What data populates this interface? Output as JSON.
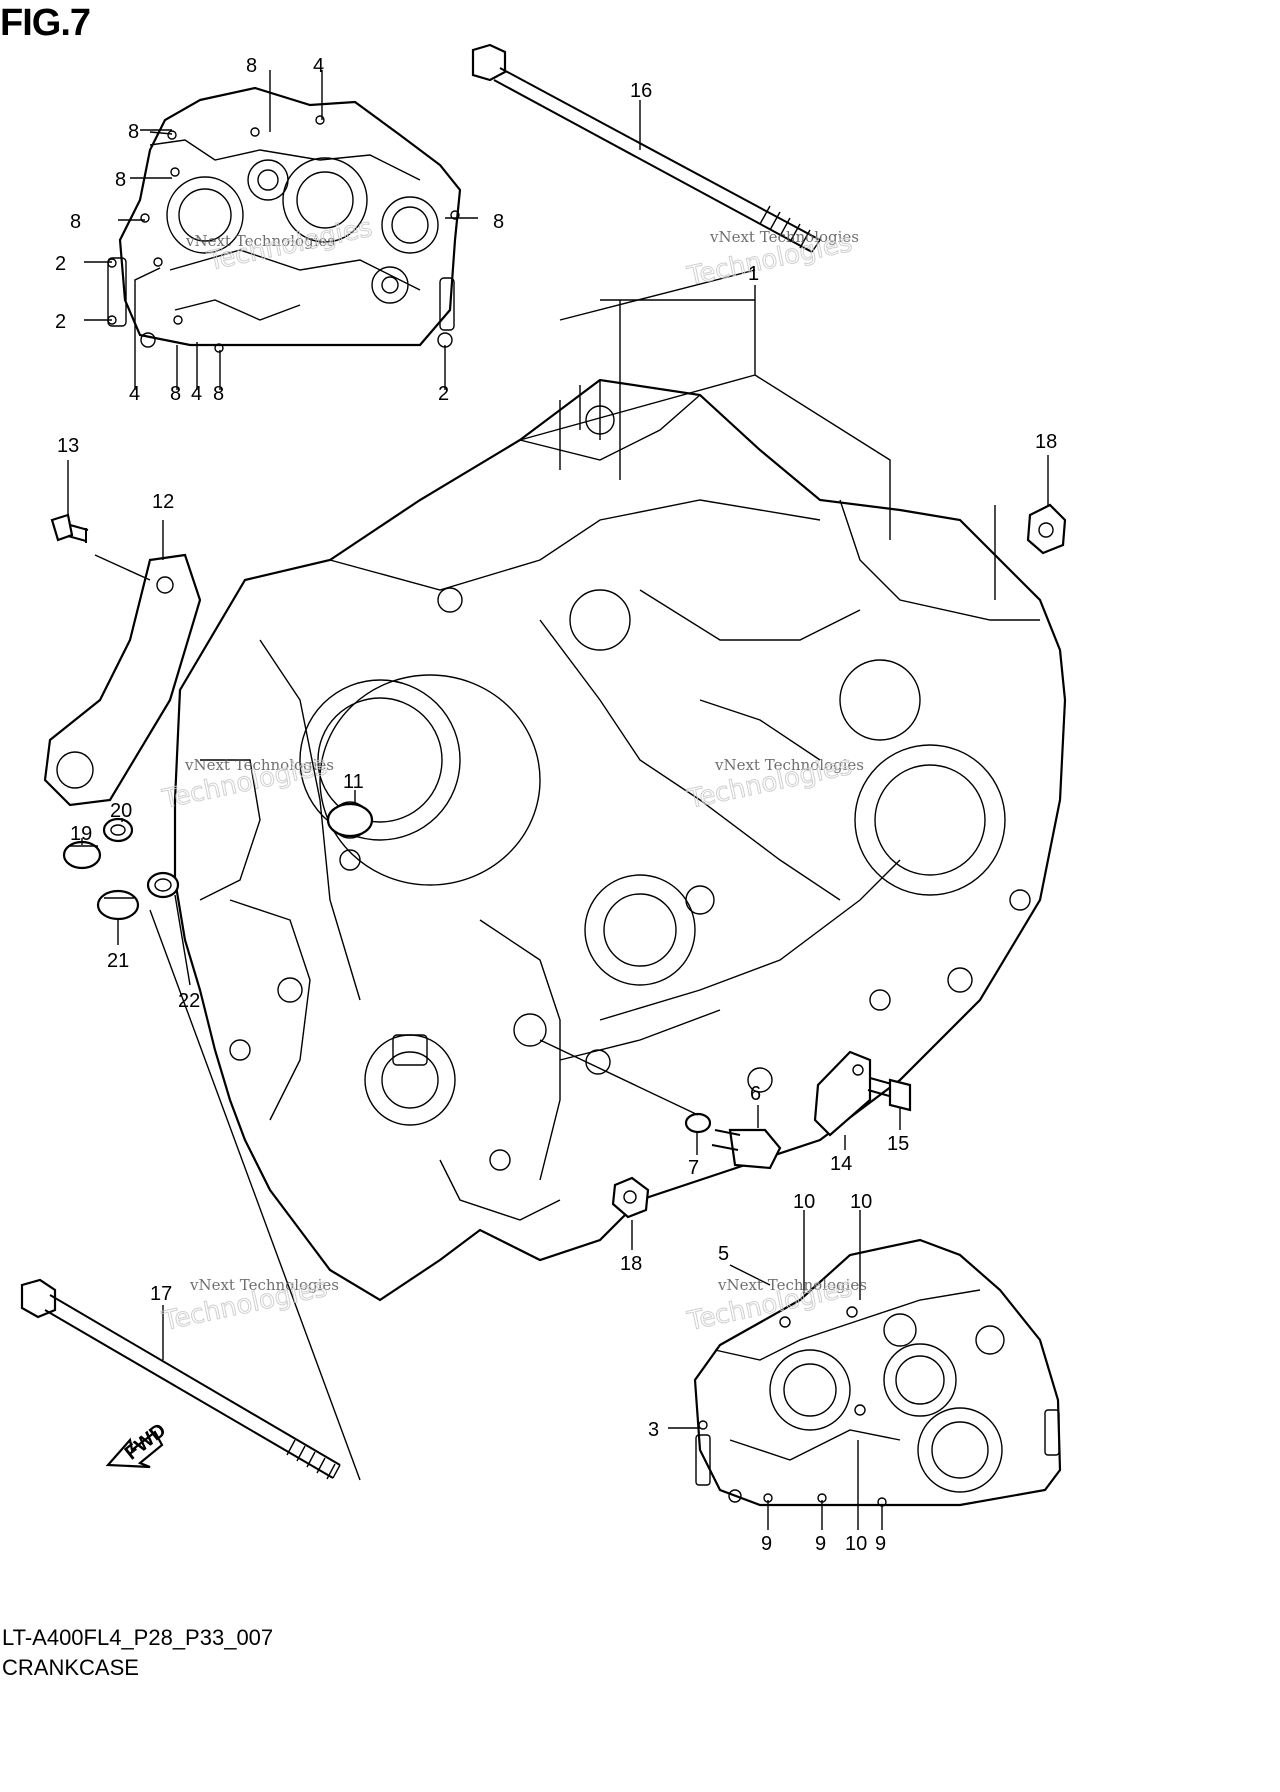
{
  "figure": {
    "title": "FIG.7",
    "code": "LT-A400FL4_P28_P33_007",
    "name": "CRANKCASE"
  },
  "watermark": {
    "line1": "vNext Technologies",
    "line2": "Technologies",
    "line3": "vNext"
  },
  "fwd_label": "FWD",
  "callouts": {
    "c1": "1",
    "c2a": "2",
    "c2b": "2",
    "c2c": "2",
    "c3": "3",
    "c4a": "4",
    "c4b": "4",
    "c4c": "4",
    "c5": "5",
    "c6": "6",
    "c7": "7",
    "c8a": "8",
    "c8b": "8",
    "c8c": "8",
    "c8d": "8",
    "c8e": "8",
    "c8f": "8",
    "c8g": "8",
    "c9a": "9",
    "c9b": "9",
    "c9c": "9",
    "c10a": "10",
    "c10b": "10",
    "c10c": "10",
    "c11": "11",
    "c12": "12",
    "c13": "13",
    "c14": "14",
    "c15": "15",
    "c16": "16",
    "c17": "17",
    "c18a": "18",
    "c18b": "18",
    "c19": "19",
    "c20": "20",
    "c21": "21",
    "c22": "22"
  }
}
